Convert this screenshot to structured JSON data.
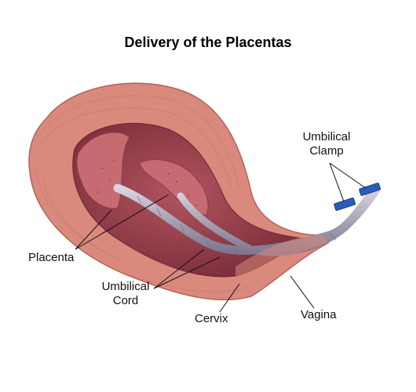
{
  "title": "Delivery of the Placentas",
  "labels": {
    "placenta": "Placenta",
    "umbilical_cord": [
      "Umbilical",
      "Cord"
    ],
    "cervix": "Cervix",
    "vagina": "Vagina",
    "umbilical_clamp": [
      "Umbilical",
      "Clamp"
    ]
  },
  "colors": {
    "uterus_outer": "#d98a7c",
    "uterus_inner": "#8e3a45",
    "placenta": "#c76a72",
    "cord": "#a9a3b4",
    "clamp": "#2a5db8"
  }
}
